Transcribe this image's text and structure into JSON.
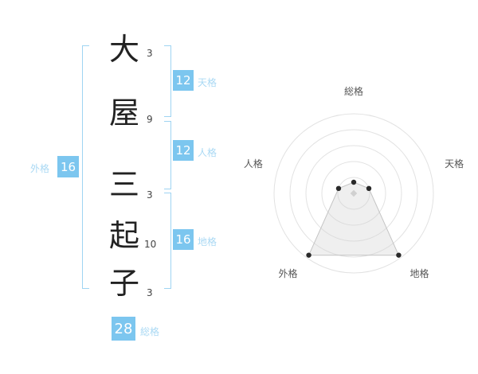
{
  "name_panel": {
    "characters": [
      {
        "char": "大",
        "strokes": "3"
      },
      {
        "char": "屋",
        "strokes": "9"
      },
      {
        "char": "三",
        "strokes": "3"
      },
      {
        "char": "起",
        "strokes": "10"
      },
      {
        "char": "子",
        "strokes": "3"
      }
    ],
    "gaikaku": {
      "value": "16",
      "label": "外格"
    },
    "tenkaku": {
      "value": "12",
      "label": "天格"
    },
    "jinkaku": {
      "value": "12",
      "label": "人格"
    },
    "chikaku": {
      "value": "16",
      "label": "地格"
    },
    "soukaku": {
      "value": "28",
      "label": "総格"
    }
  },
  "colors": {
    "badge_bg": "#7cc6ef",
    "badge_text": "#ffffff",
    "kaku_label": "#aad9f4",
    "bracket": "#9fd4f2",
    "kanji": "#222222",
    "stroke_count": "#444444"
  },
  "chart_data": {
    "type": "radar",
    "title": "",
    "axes": [
      "総格",
      "天格",
      "地格",
      "外格",
      "人格"
    ],
    "values": [
      14,
      20,
      96,
      96,
      20
    ],
    "max": 100,
    "rings": 5,
    "angles_deg": [
      90,
      18,
      -54,
      -126,
      162
    ],
    "grid": "concentric-circles",
    "legend": "none",
    "ring_color": "#e2e2e2",
    "fill_color": "rgba(210,210,210,0.35)",
    "line_color": "#c4c4c4",
    "dot_color": "#2a2a2a",
    "center_marker_color": "#cfcfcf",
    "label_color": "#555555"
  }
}
